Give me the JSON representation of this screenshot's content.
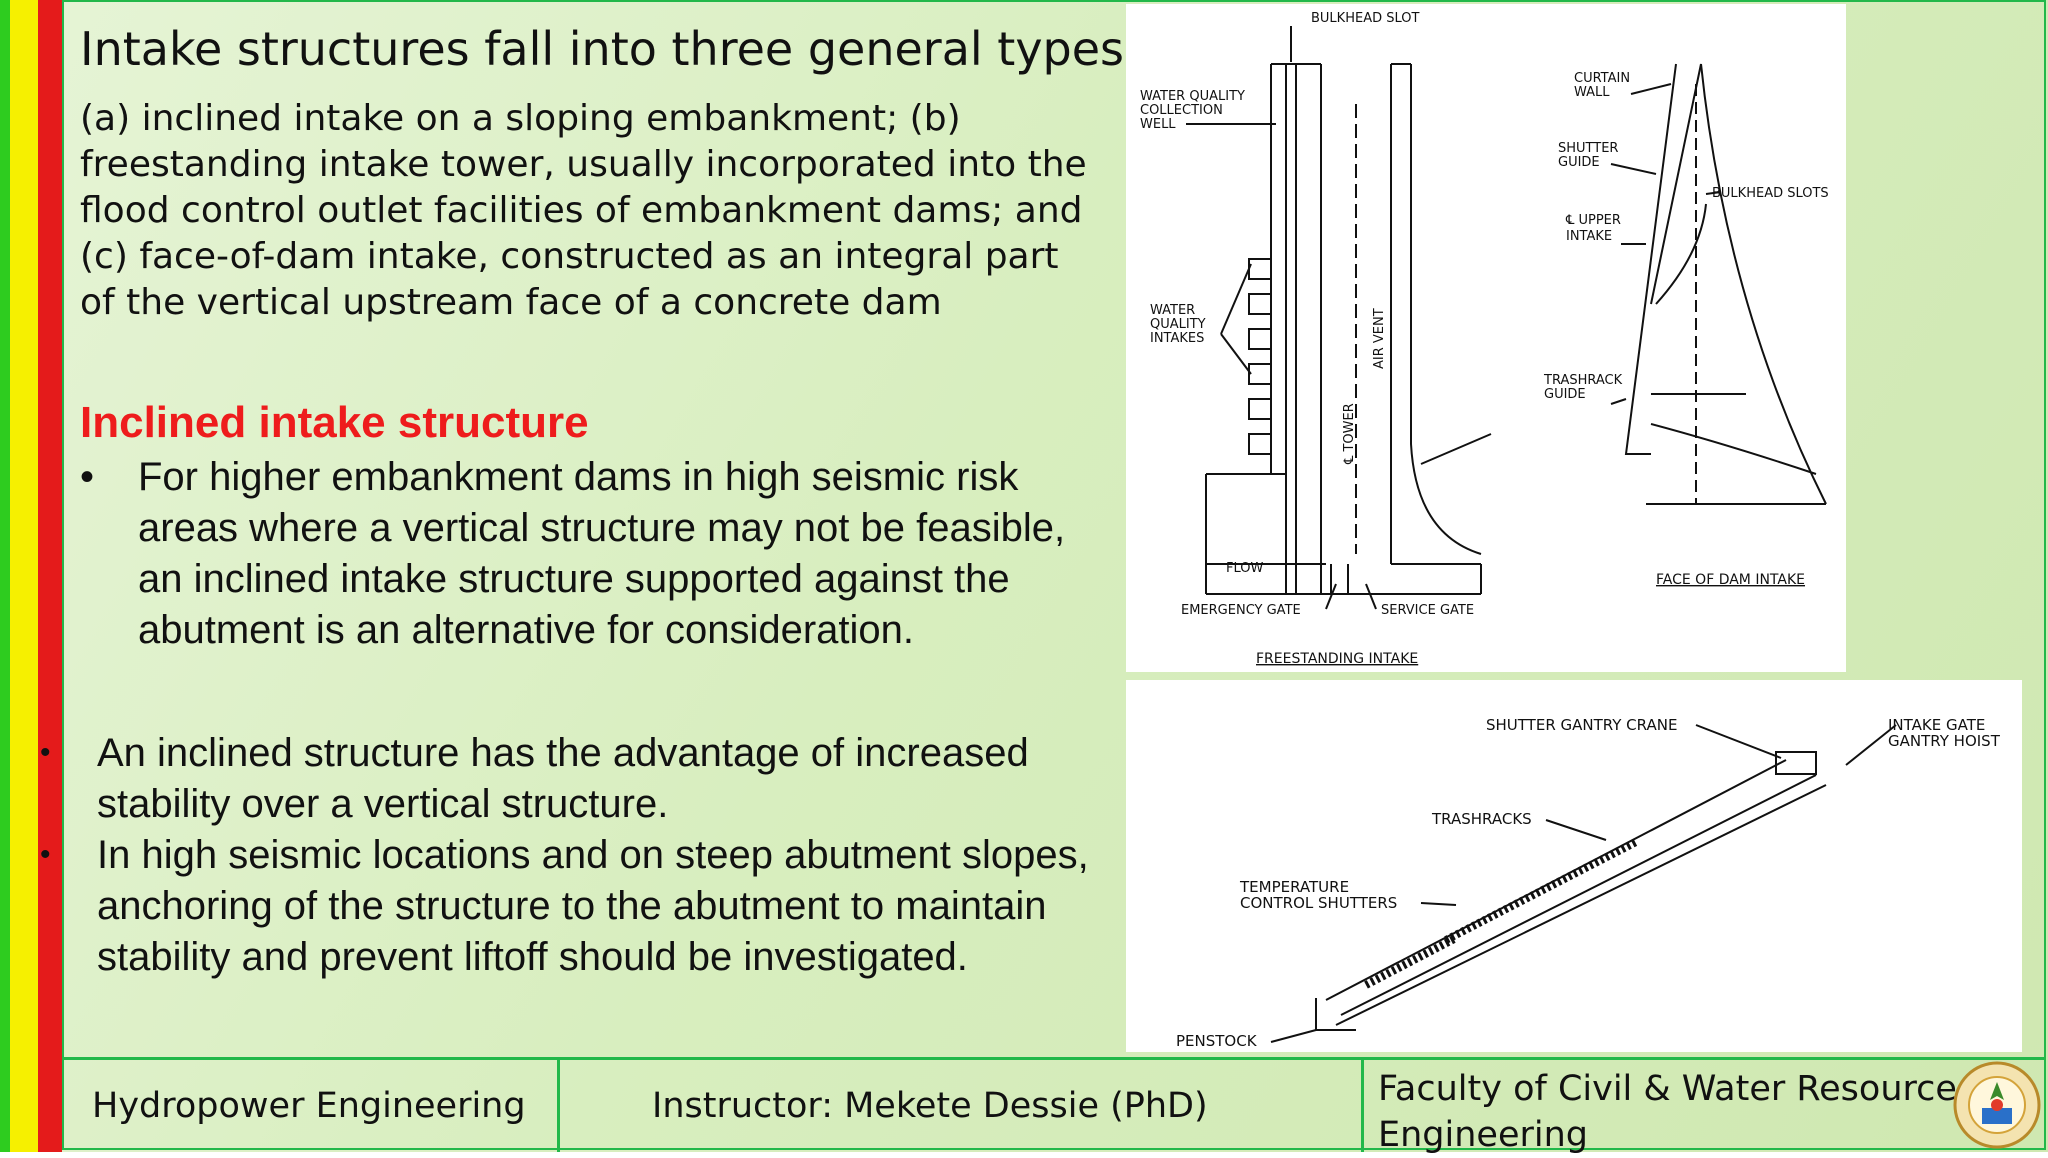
{
  "slide": {
    "title": "Intake structures fall into three general types",
    "intro": "(a) inclined intake on a sloping embankment; (b) freestanding intake tower, usually incorporated into the flood control outlet facilities of embankment dams; and (c) face-of-dam intake, constructed as an integral part of the vertical upstream face of a concrete dam",
    "subheading": "Inclined intake structure",
    "bullets": [
      "For higher embankment dams in high seismic risk areas where a vertical structure may not be feasible, an inclined intake structure supported against the abutment is an alternative for consideration.",
      "An inclined structure has the advantage of increased stability over a vertical structure.",
      "In high seismic locations and on steep abutment slopes, anchoring of the structure to the abutment to maintain stability and prevent liftoff should be investigated."
    ],
    "bullet_symbol": "•"
  },
  "figure_top": {
    "freestanding": {
      "caption": "FREESTANDING INTAKE",
      "bulkhead_slot": "BULKHEAD SLOT",
      "wq_well_1": "WATER QUALITY",
      "wq_well_2": "COLLECTION",
      "wq_well_3": "WELL",
      "wq_intakes_1": "WATER",
      "wq_intakes_2": "QUALITY",
      "wq_intakes_3": "INTAKES",
      "air_vent": "AIR VENT",
      "tower": "℄ TOWER",
      "flow": "FLOW",
      "emergency_gate": "EMERGENCY GATE",
      "service_gate": "SERVICE GATE"
    },
    "face_of_dam": {
      "caption": "FACE OF DAM INTAKE",
      "curtain_wall_1": "CURTAIN",
      "curtain_wall_2": "WALL",
      "shutter_guide_1": "SHUTTER",
      "shutter_guide_2": "GUIDE",
      "bulkhead_slots": "BULKHEAD SLOTS",
      "upper_intake_1": "℄ UPPER",
      "upper_intake_2": "INTAKE",
      "trashrack_guide_1": "TRASHRACK",
      "trashrack_guide_2": "GUIDE"
    }
  },
  "figure_bottom": {
    "shutter_gantry_crane": "SHUTTER GANTRY CRANE",
    "intake_gate_hoist_1": "INTAKE GATE",
    "intake_gate_hoist_2": "GANTRY HOIST",
    "trashracks": "TRASHRACKS",
    "temp_shutters_1": "TEMPERATURE",
    "temp_shutters_2": "CONTROL SHUTTERS",
    "penstock": "PENSTOCK"
  },
  "footer": {
    "course": "Hydropower Engineering",
    "instructor": "Instructor: Mekete Dessie (PhD)",
    "faculty_line1": "Faculty of Civil & Water Resource",
    "faculty_line2": "Engineering"
  },
  "colors": {
    "accent_green": "#22b84a",
    "stripe_yellow": "#f6f000",
    "stripe_red": "#e41b1b",
    "subheading_red": "#ee1c1c"
  }
}
